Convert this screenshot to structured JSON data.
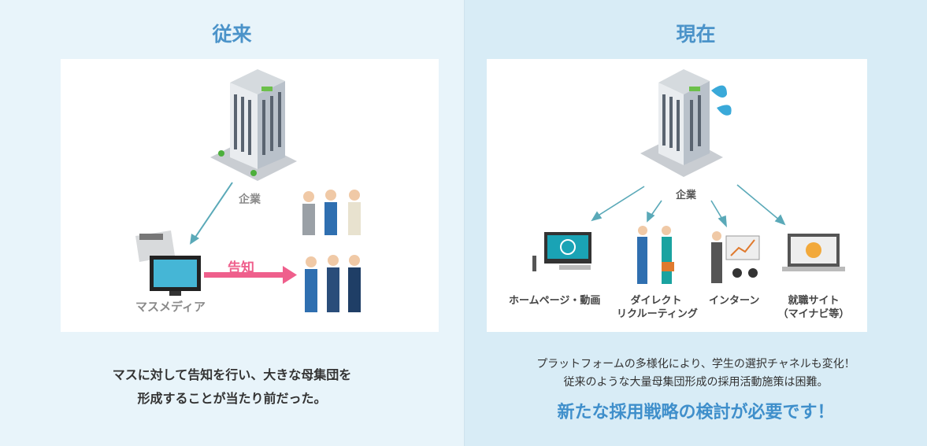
{
  "left": {
    "title": "従来",
    "company_label": "企業",
    "media_label": "マスメディア",
    "arrow_label": "告知",
    "description": [
      "マスに対して告知を行い、大きな母集団を",
      "形成することが当たり前だった。"
    ]
  },
  "right": {
    "title": "現在",
    "company_label": "企業",
    "channels": [
      {
        "line1": "ホームページ・動画",
        "line2": ""
      },
      {
        "line1": "ダイレクト",
        "line2": "リクルーティング"
      },
      {
        "line1": "インターン",
        "line2": ""
      },
      {
        "line1": "就職サイト",
        "line2": "（マイナビ等）"
      }
    ],
    "description": [
      "プラットフォームの多様化により、学生の選択チャネルも変化！",
      "従来のような大量母集団形成の採用活動施策は困難。"
    ],
    "emphasis": "新たな採用戦略の検討が必要です！"
  },
  "colors": {
    "accent": "#4b93c9",
    "arrow_pink": "#ef5f8c",
    "arrow_teal": "#5aa9b8"
  }
}
